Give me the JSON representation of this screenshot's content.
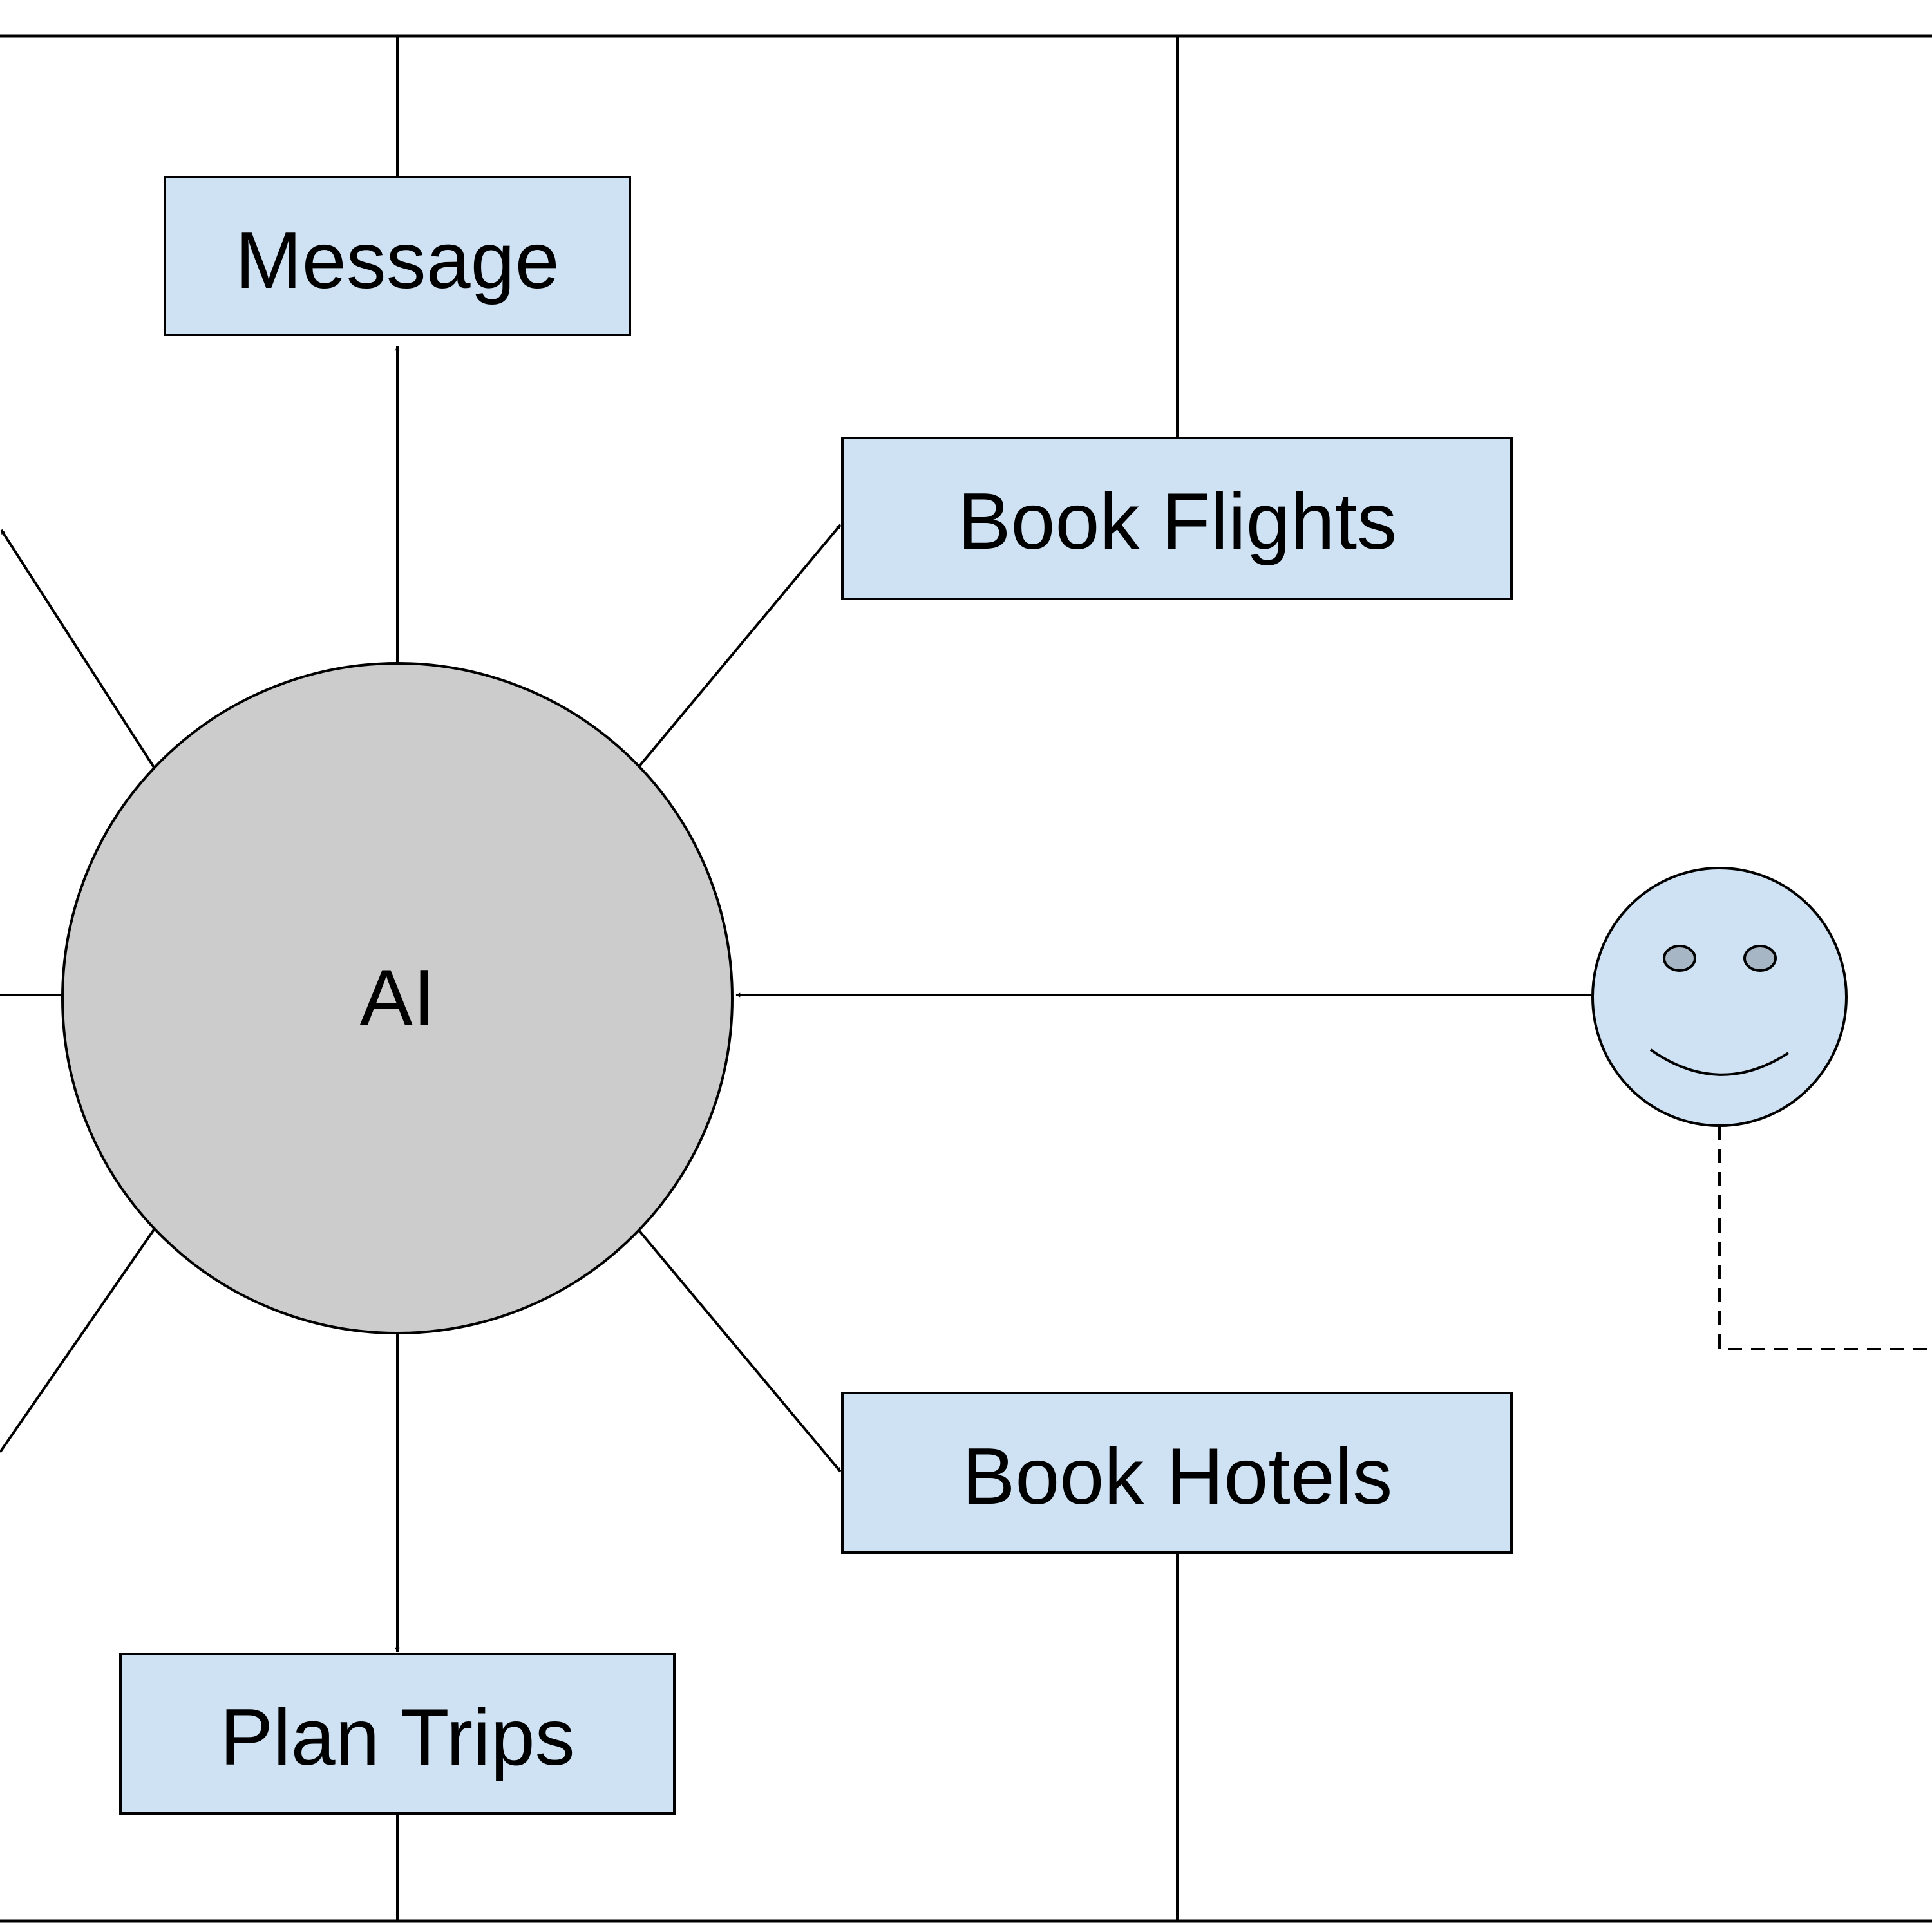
{
  "diagram": {
    "hub": {
      "label": "AI"
    },
    "nodes": {
      "message": {
        "label": "Message"
      },
      "book_flights": {
        "label": "Book Flights"
      },
      "book_hotels": {
        "label": "Book Hotels"
      },
      "plan_trips": {
        "label": "Plan Trips"
      }
    },
    "icons": {
      "user": "smiley-face-icon"
    },
    "colors": {
      "hub_fill": "#cccccc",
      "node_fill": "#cfe2f3",
      "stroke": "#000000",
      "background": "#ffffff"
    }
  }
}
